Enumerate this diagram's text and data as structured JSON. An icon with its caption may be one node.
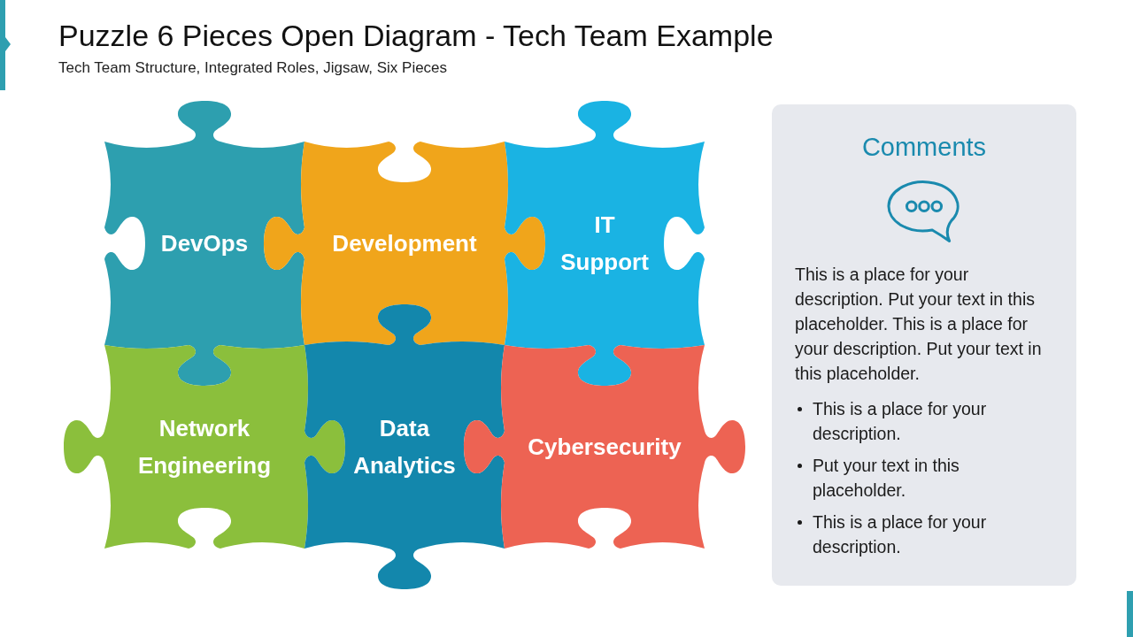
{
  "diagram": {
    "title": "Puzzle 6 Pieces Open Diagram - Tech Team Example",
    "nodes": [
      {
        "text": [
          "DevOps"
        ]
      },
      {
        "text": [
          "Development"
        ]
      },
      {
        "text": [
          "IT Support"
        ]
      },
      {
        "text": [
          "Network Engineering"
        ]
      },
      {
        "text": [
          "Data Analytics"
        ]
      },
      {
        "text": [
          "Cybersecurity"
        ]
      },
      {
        "text": [
          "Comments",
          "This is a place for your description. Put your text in this placeholder. This is a place for your description. Put your text in this placeholder.",
          "This is a place for your description.",
          "Put your text in this placeholder.",
          "This is a place for your description."
        ]
      }
    ],
    "labels": [
      "Tech Team Structure, Integrated Roles, Jigsaw, Six Pieces"
    ]
  }
}
